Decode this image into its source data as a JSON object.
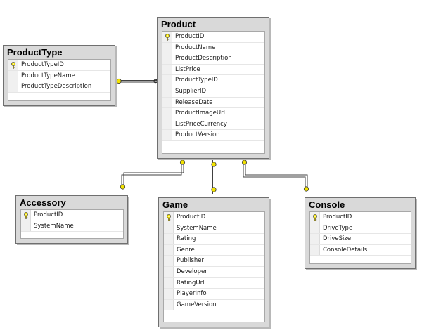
{
  "tables": {
    "product": {
      "name": "Product",
      "columns": [
        {
          "name": "ProductID",
          "pk": true
        },
        {
          "name": "ProductName"
        },
        {
          "name": "ProductDescription"
        },
        {
          "name": "ListPrice"
        },
        {
          "name": "ProductTypeID"
        },
        {
          "name": "SupplierID"
        },
        {
          "name": "ReleaseDate"
        },
        {
          "name": "ProductImageUrl"
        },
        {
          "name": "ListPriceCurrency"
        },
        {
          "name": "ProductVersion"
        }
      ]
    },
    "producttype": {
      "name": "ProductType",
      "columns": [
        {
          "name": "ProductTypeID",
          "pk": true
        },
        {
          "name": "ProductTypeName"
        },
        {
          "name": "ProductTypeDescription"
        }
      ]
    },
    "accessory": {
      "name": "Accessory",
      "columns": [
        {
          "name": "ProductID",
          "pk": true
        },
        {
          "name": "SystemName"
        }
      ]
    },
    "game": {
      "name": "Game",
      "columns": [
        {
          "name": "ProductID",
          "pk": true
        },
        {
          "name": "SystemName"
        },
        {
          "name": "Rating"
        },
        {
          "name": "Genre"
        },
        {
          "name": "Publisher"
        },
        {
          "name": "Developer"
        },
        {
          "name": "RatingUrl"
        },
        {
          "name": "PlayerInfo"
        },
        {
          "name": "GameVersion"
        }
      ]
    },
    "console": {
      "name": "Console",
      "columns": [
        {
          "name": "ProductID",
          "pk": true
        },
        {
          "name": "DriveType"
        },
        {
          "name": "DriveSize"
        },
        {
          "name": "ConsoleDetails"
        }
      ]
    }
  },
  "relationships": [
    {
      "from": "producttype",
      "to": "product",
      "from_end": "key",
      "to_end": "infinity"
    },
    {
      "from": "product",
      "to": "accessory",
      "from_end": "key",
      "to_end": "key"
    },
    {
      "from": "product",
      "to": "game",
      "from_end": "key",
      "to_end": "key"
    },
    {
      "from": "product",
      "to": "console",
      "from_end": "key",
      "to_end": "key"
    }
  ],
  "colors": {
    "title_bar": "#d9d9d9",
    "key_icon": "#f2e200",
    "connector": "#404040"
  }
}
